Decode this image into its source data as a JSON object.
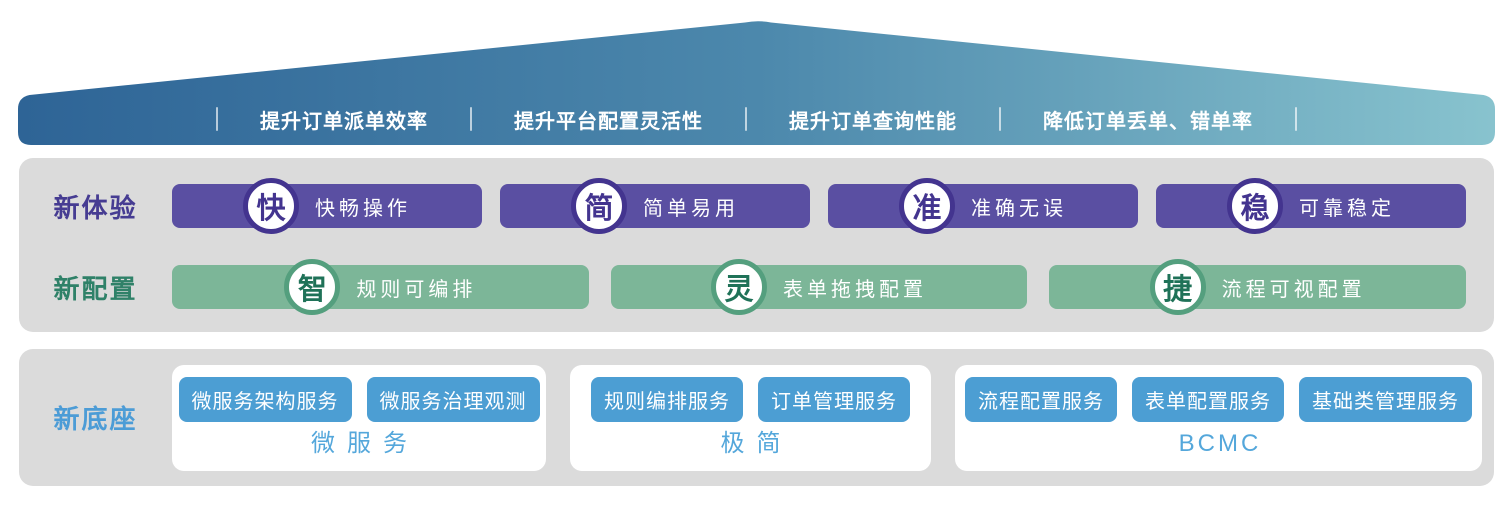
{
  "roof": {
    "items": [
      "提升订单派单效率",
      "提升平台配置灵活性",
      "提升订单查询性能",
      "降低订单丢单、错单率"
    ],
    "gradient": [
      "#2e6496",
      "#4c88ac",
      "#88c3ce"
    ]
  },
  "experience": {
    "label": "新体验",
    "pill_color": "#5a4fa2",
    "label_color": "#463c92",
    "items": [
      {
        "badge": "快",
        "text": "快畅操作"
      },
      {
        "badge": "简",
        "text": "简单易用"
      },
      {
        "badge": "准",
        "text": "准确无误"
      },
      {
        "badge": "稳",
        "text": "可靠稳定"
      }
    ]
  },
  "config": {
    "label": "新配置",
    "pill_color": "#7cb698",
    "label_color": "#2f8168",
    "items": [
      {
        "badge": "智",
        "text": "规则可编排"
      },
      {
        "badge": "灵",
        "text": "表单拖拽配置"
      },
      {
        "badge": "捷",
        "text": "流程可视配置"
      }
    ]
  },
  "foundation": {
    "label": "新底座",
    "button_color": "#4c9ed3",
    "caption_color": "#54a7db",
    "groups": [
      {
        "caption": "微服务",
        "services": [
          "微服务架构服务",
          "微服务治理观测"
        ]
      },
      {
        "caption": "极简",
        "services": [
          "规则编排服务",
          "订单管理服务"
        ]
      },
      {
        "caption": "BCMC",
        "services": [
          "流程配置服务",
          "表单配置服务",
          "基础类管理服务"
        ]
      }
    ]
  },
  "panel_color": "#dbdbdb"
}
